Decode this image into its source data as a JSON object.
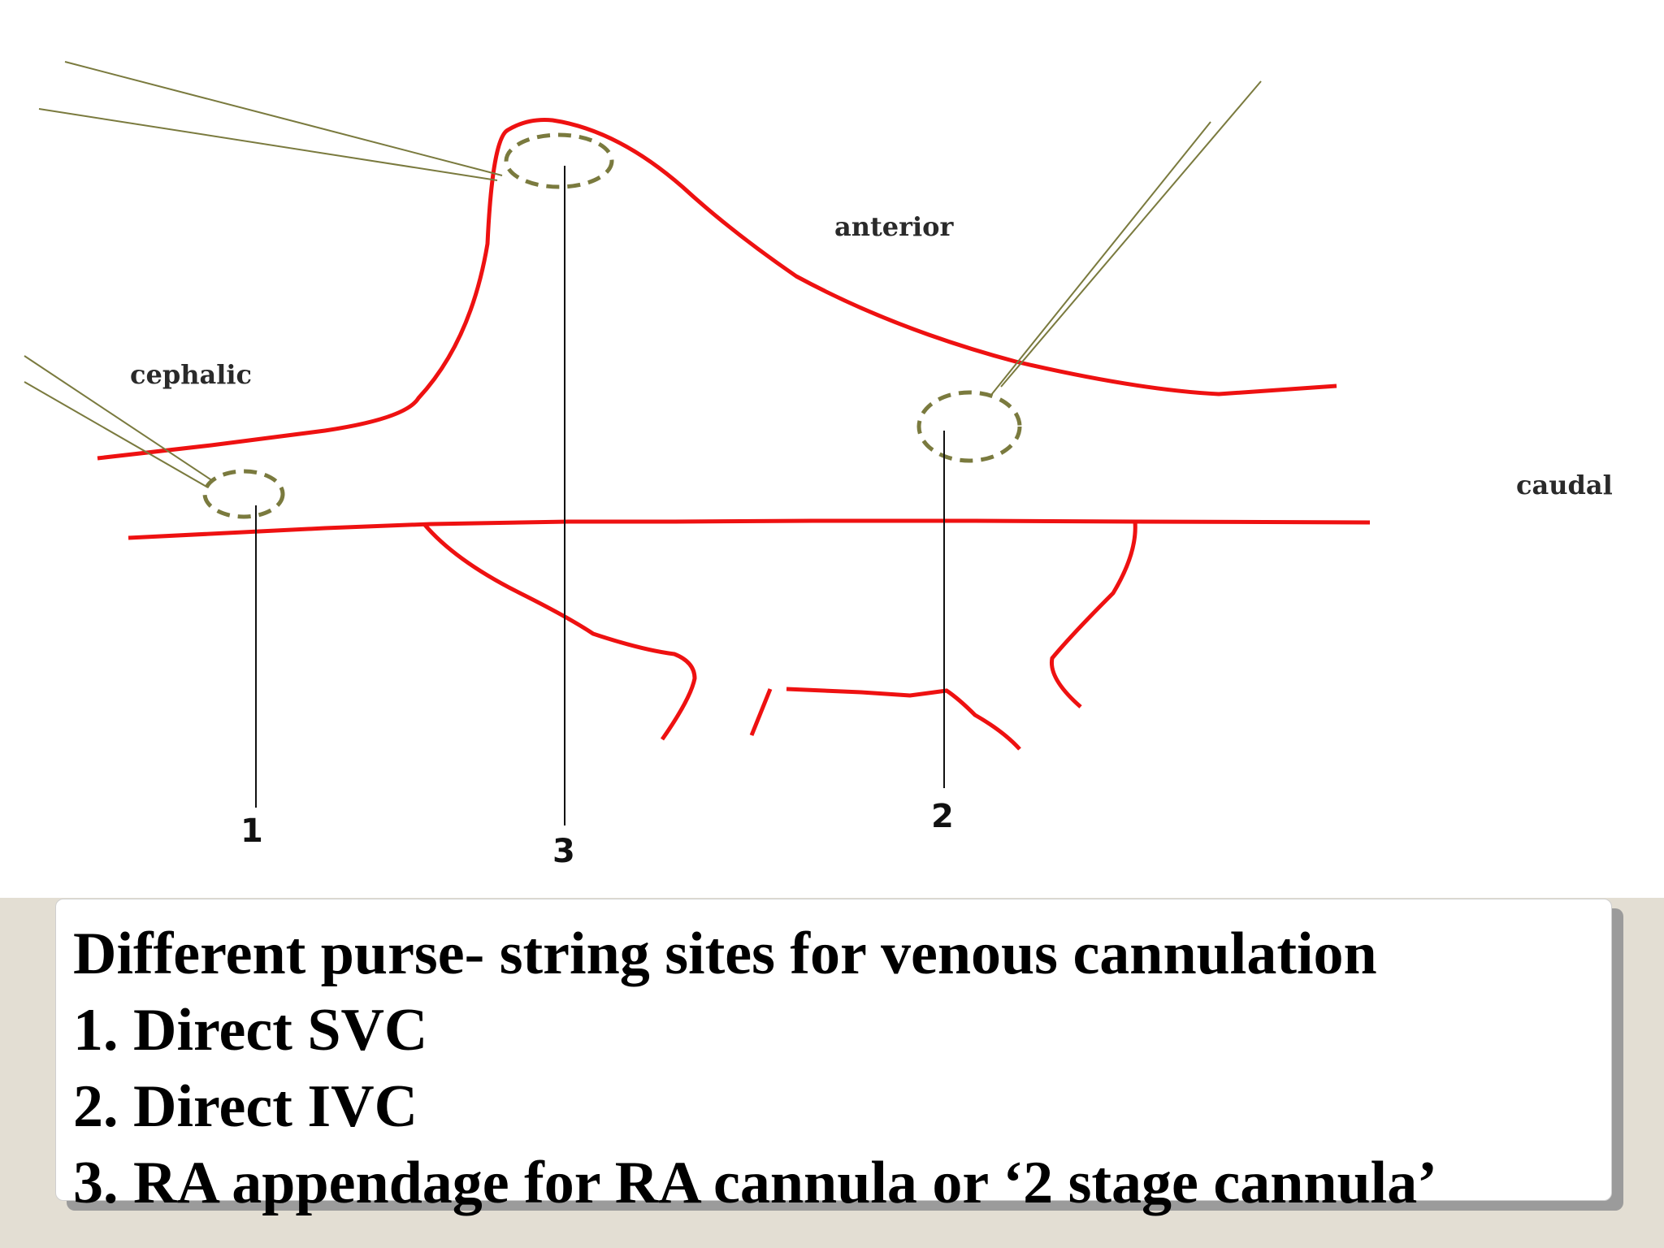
{
  "labels": {
    "anterior": "anterior",
    "cephalic": "cephalic",
    "caudal": "caudal",
    "site1": "1",
    "site2": "2",
    "site3": "3"
  },
  "caption": {
    "title": "Different purse- string sites for venous cannulation",
    "item1": "1. Direct  SVC",
    "item2": "2. Direct  IVC",
    "item3": "3. RA appendage for RA cannula  or ‘2 stage cannula’"
  },
  "colors": {
    "outline": "#ee1111",
    "suture": "#7a7a3e",
    "background": "#e3ded3"
  }
}
